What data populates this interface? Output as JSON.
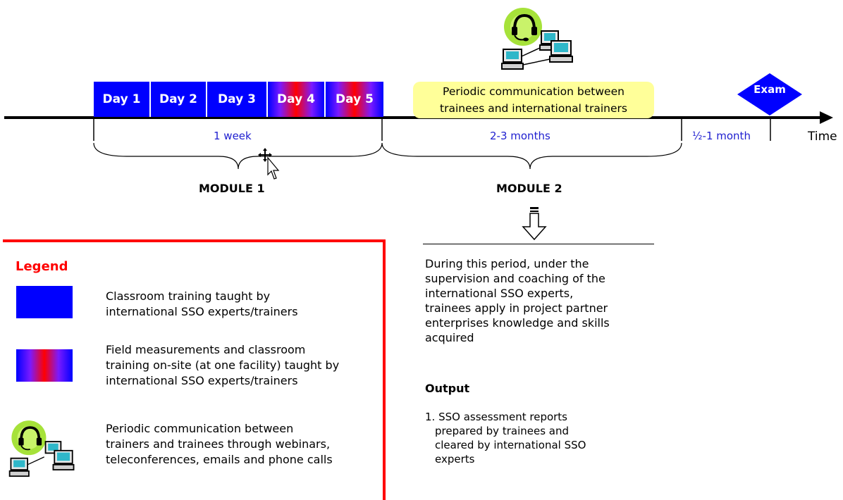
{
  "module1": {
    "days": [
      {
        "label": "Day 1",
        "kind": "classroom"
      },
      {
        "label": "Day 2",
        "kind": "classroom"
      },
      {
        "label": "Day 3",
        "kind": "classroom"
      },
      {
        "label": "Day 4",
        "kind": "field"
      },
      {
        "label": "Day 5",
        "kind": "field"
      }
    ],
    "duration": "1 week",
    "label": "MODULE 1"
  },
  "module2": {
    "communication": "Periodic communication between trainees and international trainers",
    "communication_lines": [
      "Periodic communication between",
      "trainees and international trainers"
    ],
    "duration": "2-3 months",
    "label": "MODULE 2",
    "description_lines": [
      "During this period, under the",
      "supervision and coaching of the",
      "international SSO experts,",
      "trainees apply in project partner",
      "enterprises knowledge and skills",
      "acquired"
    ],
    "output_title": "Output",
    "output_items": [
      "1. SSO assessment reports",
      "prepared by trainees and",
      "cleared by international SSO",
      "experts"
    ]
  },
  "final_period": "½-1 month",
  "exam_label": "Exam",
  "axis_label": "Time",
  "legend": {
    "title": "Legend",
    "items": [
      {
        "kind": "classroom",
        "lines": [
          "Classroom training taught by",
          "international SSO experts/trainers"
        ]
      },
      {
        "kind": "field",
        "lines": [
          "Field measurements and classroom",
          "training on-site (at one facility) taught by",
          "international SSO experts/trainers"
        ]
      },
      {
        "kind": "communication-icon",
        "lines": [
          "Periodic communication between",
          "trainers and trainees through webinars,",
          "teleconferences, emails and phone calls"
        ]
      }
    ]
  },
  "colors": {
    "classroom": "#0000ff",
    "field_center": "#ff0000",
    "highlight": "#ffff99",
    "legend_border": "#ff0000",
    "period_text": "#2020d0",
    "exam": "#0000ff"
  }
}
